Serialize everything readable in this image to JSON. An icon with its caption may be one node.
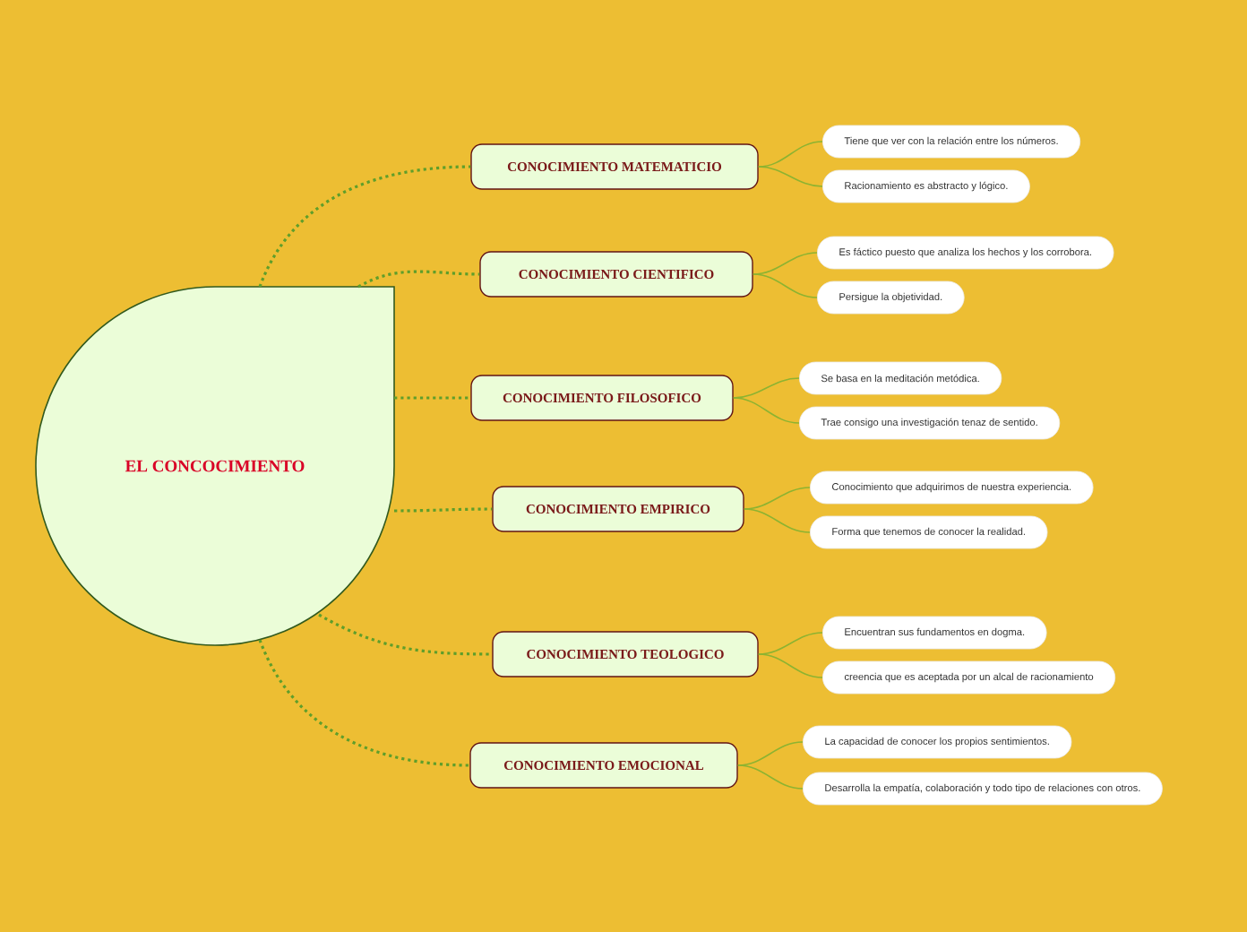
{
  "diagram": {
    "nodes": [
      {
        "text": [
          "EL CONCOCIMIENTO"
        ]
      },
      {
        "text": [
          "CONOCIMIENTO MATEMATICIO"
        ]
      },
      {
        "text": [
          "Tiene que ver con la relación entre los números."
        ]
      },
      {
        "text": [
          "Racionamiento es abstracto y lógico."
        ]
      },
      {
        "text": [
          "CONOCIMIENTO  CIENTIFICO"
        ]
      },
      {
        "text": [
          "Es fáctico puesto que analiza los hechos y los corrobora."
        ]
      },
      {
        "text": [
          "Persigue la objetividad."
        ]
      },
      {
        "text": [
          "CONOCIMIENTO FILOSOFICO"
        ]
      },
      {
        "text": [
          "Se basa en la meditación metódica."
        ]
      },
      {
        "text": [
          "Trae consigo una investigación tenaz de sentido."
        ]
      },
      {
        "text": [
          "CONOCIMIENTO EMPIRICO"
        ]
      },
      {
        "text": [
          "Conocimiento que adquirimos de nuestra experiencia."
        ]
      },
      {
        "text": [
          "Forma que tenemos de conocer la realidad."
        ]
      },
      {
        "text": [
          "CONOCIMIENTO  TEOLOGICO"
        ]
      },
      {
        "text": [
          "Encuentran sus fundamentos en dogma."
        ]
      },
      {
        "text": [
          "creencia que es aceptada por un alcal de racionamiento"
        ]
      },
      {
        "text": [
          "CONOCIMIENTO EMOCIONAL"
        ]
      },
      {
        "text": [
          "La capacidad de conocer los propios sentimientos."
        ]
      },
      {
        "text": [
          "Desarrolla la empatía, colaboración y todo tipo de relaciones con otros."
        ]
      }
    ],
    "edges": [
      {
        "from": 0,
        "to": 1,
        "arrow": "none",
        "style": "dashed",
        "color": "#5f9e2a"
      },
      {
        "from": 1,
        "to": 2,
        "arrow": "none"
      },
      {
        "from": 1,
        "to": 3,
        "arrow": "none"
      },
      {
        "from": 0,
        "to": 4,
        "arrow": "none",
        "style": "dashed",
        "color": "#5f9e2a"
      },
      {
        "from": 4,
        "to": 5,
        "arrow": "none"
      },
      {
        "from": 4,
        "to": 6,
        "arrow": "none"
      },
      {
        "from": 0,
        "to": 7,
        "arrow": "none",
        "style": "dashed",
        "color": "#5f9e2a"
      },
      {
        "from": 7,
        "to": 8,
        "arrow": "none"
      },
      {
        "from": 7,
        "to": 9,
        "arrow": "none"
      },
      {
        "from": 0,
        "to": 10,
        "arrow": "none",
        "style": "dashed",
        "color": "#5f9e2a"
      },
      {
        "from": 10,
        "to": 11,
        "arrow": "none"
      },
      {
        "from": 10,
        "to": 12,
        "arrow": "none"
      },
      {
        "from": 0,
        "to": 13,
        "arrow": "none",
        "style": "dashed",
        "color": "#5f9e2a"
      },
      {
        "from": 13,
        "to": 14,
        "arrow": "none"
      },
      {
        "from": 13,
        "to": 15,
        "arrow": "none"
      },
      {
        "from": 0,
        "to": 16,
        "arrow": "none",
        "style": "dashed",
        "color": "#5f9e2a"
      },
      {
        "from": 16,
        "to": 17,
        "arrow": "none"
      },
      {
        "from": 16,
        "to": 18,
        "arrow": "none"
      }
    ]
  }
}
